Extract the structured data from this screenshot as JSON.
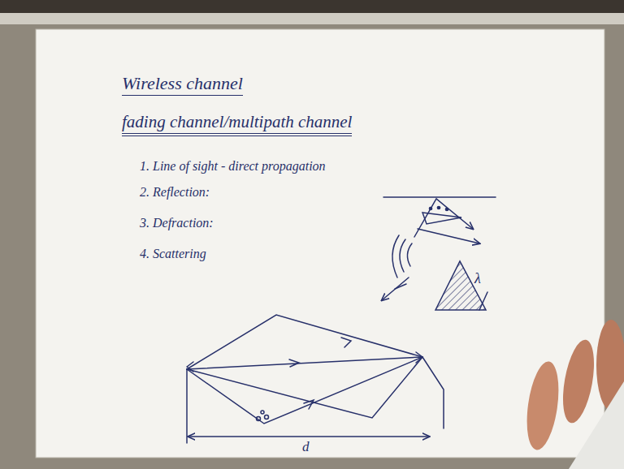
{
  "diagram": {
    "title": "Wireless channel",
    "labels": [
      "fading channel/multipath channel",
      "1. Line of sight - direct propagation",
      "2. Reflection:",
      "3. Defraction:",
      "4. Scattering",
      "λ",
      "d"
    ]
  }
}
